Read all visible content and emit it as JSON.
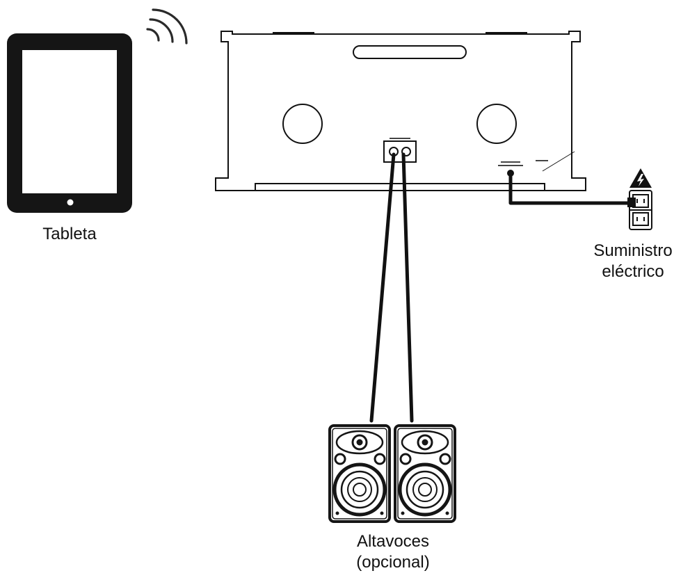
{
  "labels": {
    "tablet": "Tableta",
    "power": [
      "Suministro",
      "eléctrico"
    ],
    "speakers": [
      "Altavoces",
      "(opcional)"
    ]
  },
  "icons": {
    "tablet": "tablet-icon",
    "wifi": "wifi-signal-icon",
    "device": "turntable-rear-panel",
    "speakers": "speaker-icon",
    "outlet": "power-outlet-icon",
    "warning": "high-voltage-warning-icon"
  },
  "colors": {
    "stroke": "#111111",
    "background": "#ffffff",
    "label": "#111111"
  }
}
